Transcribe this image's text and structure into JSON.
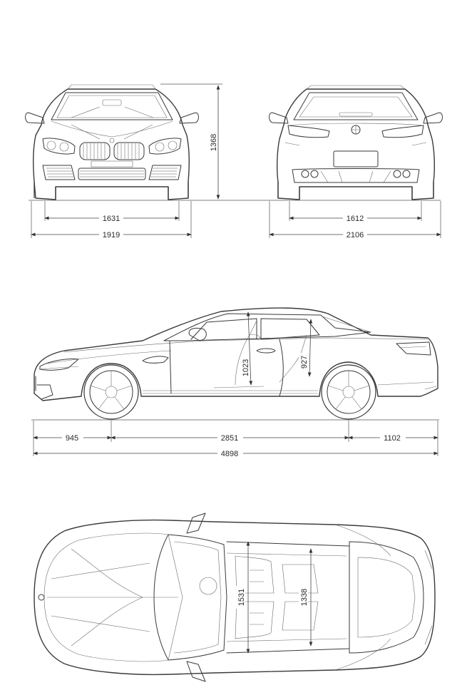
{
  "front_view": {
    "height": "1368",
    "track": "1631",
    "width": "1919"
  },
  "rear_view": {
    "track": "1612",
    "width_with_mirrors": "2106"
  },
  "side_view": {
    "front_overhang": "945",
    "wheelbase": "2851",
    "rear_overhang": "1102",
    "length": "4898",
    "front_headroom": "1023",
    "rear_headroom": "927"
  },
  "top_view": {
    "front_shoulder_width": "1531",
    "rear_shoulder_width": "1338"
  },
  "colors": {
    "line": "#3a3a3a",
    "background": "#ffffff"
  }
}
